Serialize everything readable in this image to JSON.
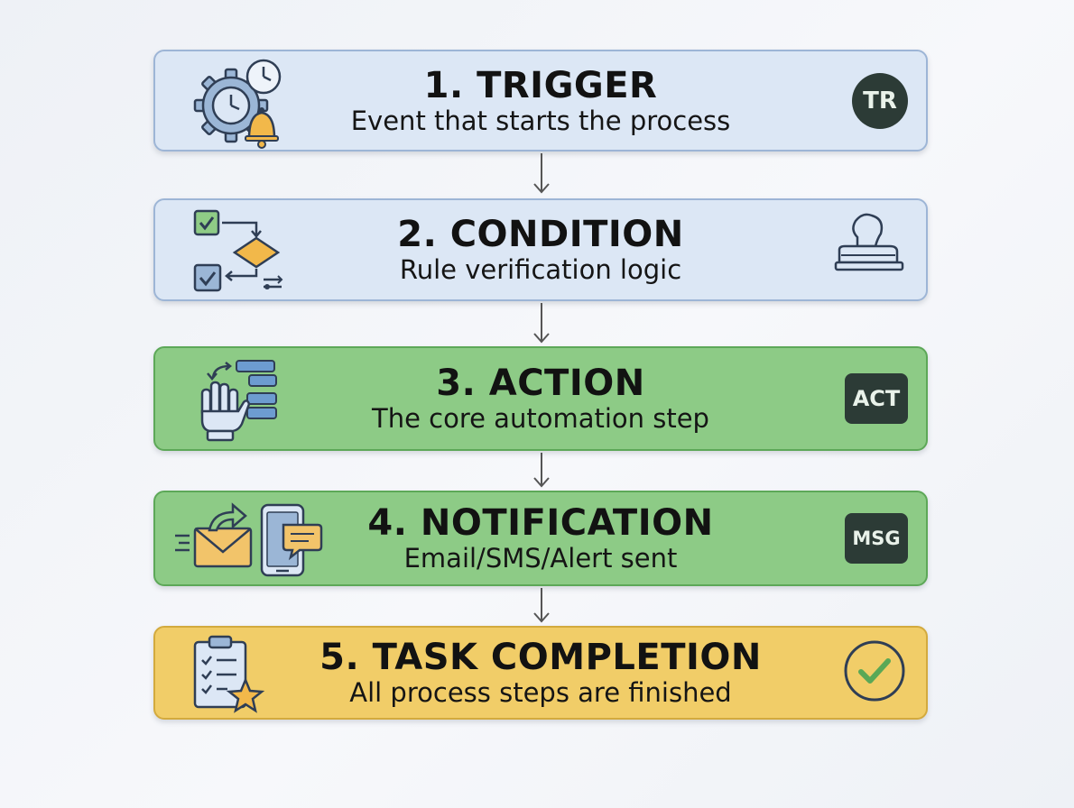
{
  "steps": [
    {
      "title": "1. TRIGGER",
      "subtitle": "Event that starts the process",
      "badge": "TR",
      "icon": "gear-clock-bell-icon"
    },
    {
      "title": "2. CONDITION",
      "subtitle": "Rule verification logic",
      "badge": "",
      "icon": "decision-flow-icon",
      "right_icon": "stamp-icon"
    },
    {
      "title": "3. ACTION",
      "subtitle": "The core automation step",
      "badge": "ACT",
      "icon": "robot-hand-icon"
    },
    {
      "title": "4. NOTIFICATION",
      "subtitle": "Email/SMS/Alert sent",
      "badge": "MSG",
      "icon": "email-phone-icon"
    },
    {
      "title": "5. TASK COMPLETION",
      "subtitle": "All process steps are finished",
      "badge": "",
      "icon": "clipboard-star-icon",
      "right_icon": "check-circle-icon"
    }
  ],
  "colors": {
    "blue_box": "#dce7f5",
    "green_box": "#8dcb86",
    "yellow_box": "#f1cd68",
    "badge_bg": "#2c3b36"
  }
}
